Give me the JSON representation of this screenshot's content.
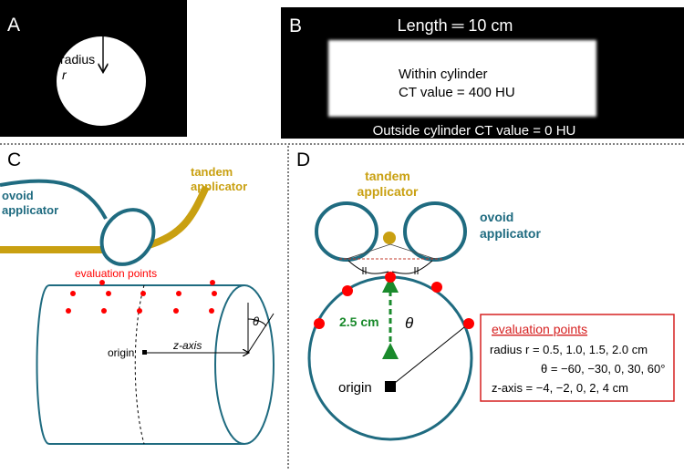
{
  "panels": {
    "a": {
      "letter": "A",
      "radius_label": "radius",
      "r_label": "r"
    },
    "b": {
      "letter": "B",
      "length_label": "Length ═ 10 cm",
      "within_line1": "Within cylinder",
      "within_line2": "CT value = 400 HU",
      "outside_label": "Outside cylinder CT value = 0 HU"
    },
    "c": {
      "letter": "C",
      "tandem_line1": "tandem",
      "tandem_line2": "applicator",
      "ovoid_line1": "ovoid",
      "ovoid_line2": "applicator",
      "eval_label": "evaluation points",
      "origin_label": "origin",
      "zaxis_label": "z-axis",
      "theta_label": "θ"
    },
    "d": {
      "letter": "D",
      "tandem_line1": "tandem",
      "tandem_line2": "applicator",
      "ovoid_line1": "ovoid",
      "ovoid_line2": "applicator",
      "distance_label": "2.5 cm",
      "theta_label": "θ",
      "origin_label": "origin",
      "eval_box": {
        "title": "evaluation points",
        "line_radius": "radius r = 0.5, 1.0, 1.5, 2.0 cm",
        "line_theta": "θ = −60, −30, 0, 30, 60°",
        "line_z": "z-axis = −4, −2, 0, 2, 4 cm"
      }
    }
  },
  "colors": {
    "teal": "#1f6b80",
    "gold": "#c9a011",
    "red": "#ff0000",
    "green": "#1a8a2c",
    "box_border": "#d62020"
  }
}
